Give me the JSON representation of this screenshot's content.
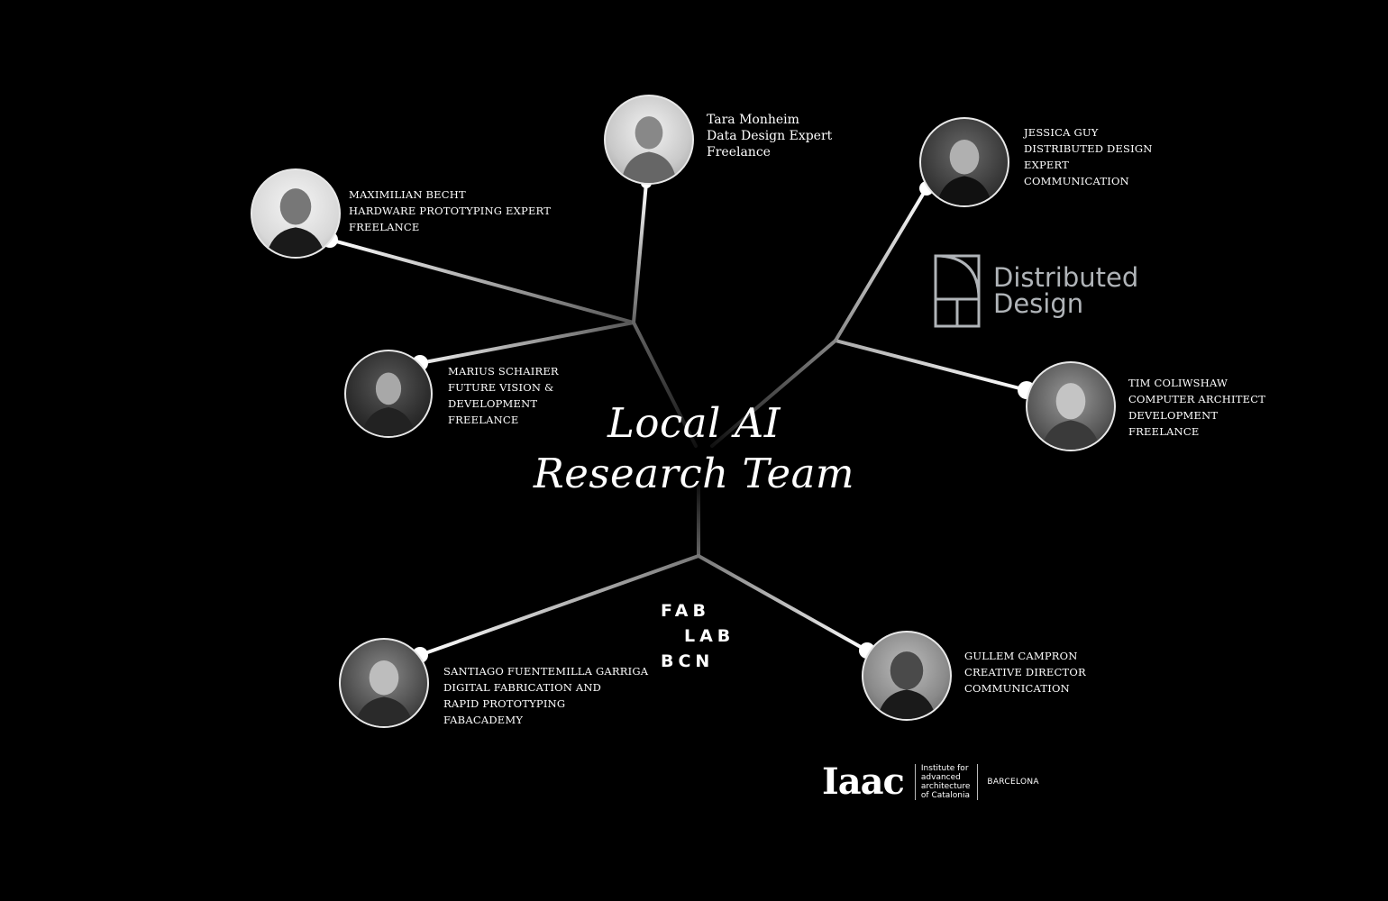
{
  "title": {
    "line1": "Local AI",
    "line2": "Research Team"
  },
  "members": [
    {
      "id": "tara",
      "lines": [
        "Tara Monheim",
        "Data Design Expert",
        "Freelance"
      ]
    },
    {
      "id": "maximilian",
      "lines": [
        "MAXIMILIAN BECHT",
        "HARDWARE PROTOTYPING EXPERT",
        "FREELANCE"
      ]
    },
    {
      "id": "marius",
      "lines": [
        "MARIUS SCHAIRER",
        "FUTURE VISION &",
        "DEVELOPMENT",
        "FREELANCE"
      ]
    },
    {
      "id": "jessica",
      "lines": [
        "JESSICA GUY",
        "DISTRIBUTED DESIGN",
        "EXPERT",
        "COMMUNICATION"
      ]
    },
    {
      "id": "tim",
      "lines": [
        "TIM COLIWSHAW",
        "COMPUTER ARCHITECT",
        "DEVELOPMENT",
        "FREELANCE"
      ]
    },
    {
      "id": "santiago",
      "lines": [
        "SANTIAGO FUENTEMILLA GARRIGA",
        "DIGITAL FABRICATION AND",
        "RAPID PROTOTYPING",
        "FABACADEMY"
      ]
    },
    {
      "id": "gullem",
      "lines": [
        "GULLEM CAMPRON",
        "CREATIVE DIRECTOR",
        "COMMUNICATION"
      ]
    }
  ],
  "logos": {
    "distributed_design": {
      "line1": "Distributed",
      "line2": "Design"
    },
    "fablab": {
      "line1": "FAB",
      "line2": "LAB",
      "line3": "BCN"
    },
    "iaac": {
      "mark": "Iaac",
      "institute": [
        "Institute for",
        "advanced",
        "architecture",
        "of Catalonia"
      ],
      "city": "BARCELONA"
    }
  },
  "colors": {
    "background": "#000000",
    "line": "#ffffff",
    "logo_gray": "#b0b4b8"
  }
}
